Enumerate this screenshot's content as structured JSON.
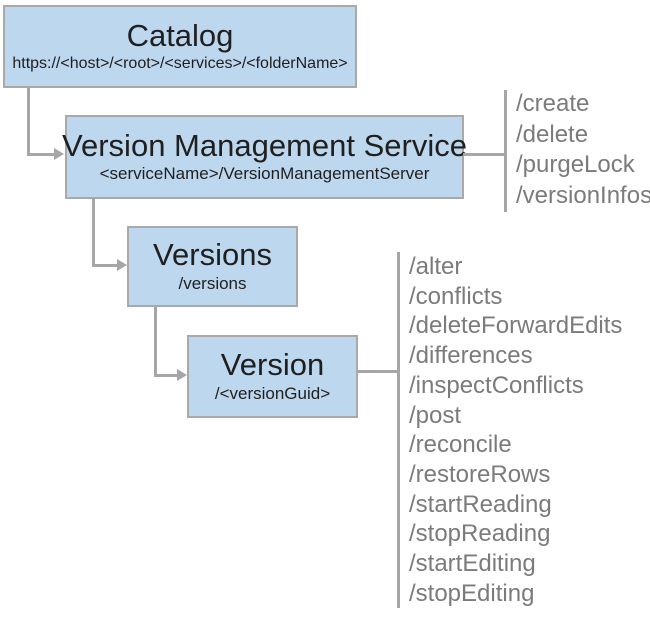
{
  "diagram": {
    "kind": "rest-api-hierarchy",
    "colors": {
      "node_fill": "#bdd7ee",
      "node_border": "#a9a9a9",
      "connector": "#a6a6a6",
      "title_text": "#1f1f1f",
      "operations_text": "#7b7b7b",
      "background": "#ffffff"
    }
  },
  "nodes": {
    "catalog": {
      "title": "Catalog",
      "subtitle": "https://<host>/<root>/<services>/<folderName>"
    },
    "vms": {
      "title": "Version Management Service",
      "subtitle": "<serviceName>/VersionManagementServer"
    },
    "versions": {
      "title": "Versions",
      "subtitle": "/versions"
    },
    "version": {
      "title": "Version",
      "subtitle": "/<versionGuid>"
    }
  },
  "operations": {
    "vms": {
      "items": [
        "/create",
        "/delete",
        "/purgeLock",
        "/versionInfos"
      ]
    },
    "version": {
      "items": [
        "/alter",
        "/conflicts",
        "/deleteForwardEdits",
        "/differences",
        "/inspectConflicts",
        "/post",
        "/reconcile",
        "/restoreRows",
        "/startReading",
        "/stopReading",
        "/startEditing",
        "/stopEditing"
      ]
    }
  }
}
